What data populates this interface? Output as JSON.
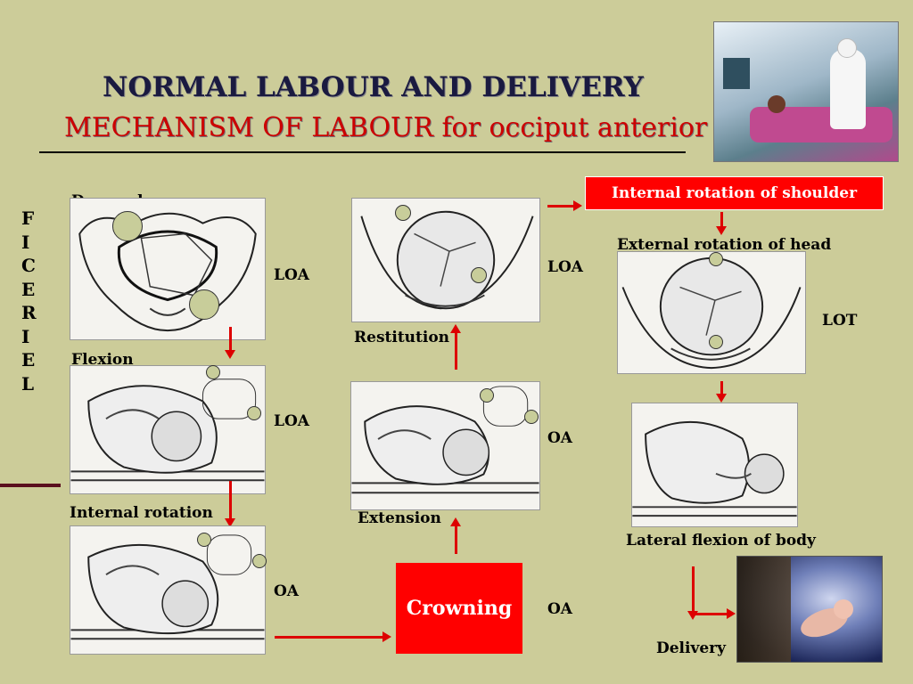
{
  "slide": {
    "title": "NORMAL LABOUR AND DELIVERY",
    "subtitle": "MECHANISM OF LABOUR for occiput anterior LOA",
    "side_letters": [
      "F",
      "I",
      "C",
      "E",
      "R",
      "I",
      "E",
      "L"
    ]
  },
  "steps": {
    "descend": "Descend",
    "flexion": "Flexion",
    "internal_rotation": "Internal rotation",
    "extension": "Extension",
    "crowning": "Crowning",
    "restitution": "Restitution",
    "internal_rotation_shoulder": "Internal rotation of shoulder",
    "external_rotation_head": "External rotation of head",
    "lateral_flexion": "Lateral flexion of body",
    "delivery": "Delivery"
  },
  "positions": {
    "descend_pos": "LOA",
    "flexion_pos": "LOA",
    "internal_rotation_pos": "OA",
    "extension_pos": "OA",
    "crowning_pos": "OA",
    "restitution_pos": "LOA",
    "external_rotation_pos": "LOT"
  },
  "colors": {
    "background": "#cccc99",
    "accent_red": "#ff0000",
    "title_navy": "#1a1a40",
    "subtitle_red": "#cc0000"
  }
}
